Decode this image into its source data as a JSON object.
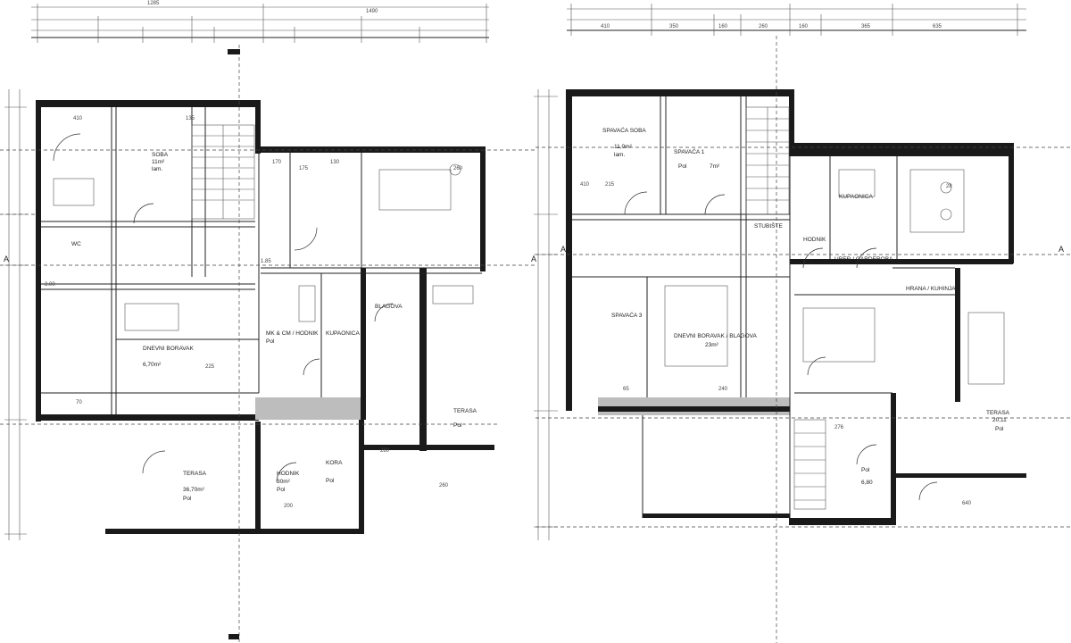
{
  "left_plan": {
    "top_dims": [
      "1285",
      "1490"
    ],
    "rooms": [
      {
        "id": "room1",
        "name": "",
        "area": "",
        "floor": ""
      },
      {
        "id": "room2",
        "name": "SOBA",
        "area": "11m²",
        "floor": "lam."
      },
      {
        "id": "room3",
        "name": "WC",
        "area": "",
        "floor": ""
      },
      {
        "id": "room4",
        "name": "DNEVNI BORAVAK",
        "area": "6,70m²",
        "floor": ""
      },
      {
        "id": "room5",
        "name": "MK & CM / HODNIK",
        "area": "",
        "floor": "Pol"
      },
      {
        "id": "room6",
        "name": "KUPAONICA",
        "area": "",
        "floor": ""
      },
      {
        "id": "room7",
        "name": "BLAGOVA",
        "area": "",
        "floor": ""
      },
      {
        "id": "room8",
        "name": "TERASA",
        "area": "",
        "floor": "Pol"
      },
      {
        "id": "room9",
        "name": "TERASA",
        "area": "36,70m²",
        "floor": "Pol"
      },
      {
        "id": "room10",
        "name": "HODNIK",
        "area": "30m²",
        "floor": "Pol"
      },
      {
        "id": "room11",
        "name": "KORA",
        "area": "",
        "floor": "Pol"
      }
    ],
    "dims": [
      "410",
      "135",
      "170",
      "175",
      "130",
      "225",
      "200",
      "260",
      "70",
      "260",
      "280",
      "2.00",
      "1.85"
    ],
    "section_marks": [
      "A",
      "A"
    ]
  },
  "right_plan": {
    "top_dims": [
      "410",
      "350",
      "160",
      "260",
      "160",
      "365",
      "635"
    ],
    "rooms": [
      {
        "id": "r1",
        "name": "SPAVAĆA SOBA",
        "area": "11,0m²",
        "floor": "lam."
      },
      {
        "id": "r2",
        "name": "SPAVAĆA 1",
        "area": "7m²",
        "floor": "Pol"
      },
      {
        "id": "r3",
        "name": "KUPAONICA",
        "area": "",
        "floor": ""
      },
      {
        "id": "r4",
        "name": "HODNIK",
        "area": "",
        "floor": ""
      },
      {
        "id": "r5",
        "name": "STUBIŠTE",
        "area": "",
        "floor": ""
      },
      {
        "id": "r6",
        "name": "SPAVAĆA 3",
        "area": "",
        "floor": ""
      },
      {
        "id": "r7",
        "name": "DNEVNI BORAVAK / BLAGOVA",
        "area": "23m²",
        "floor": ""
      },
      {
        "id": "r8",
        "name": "HRANA / KUHINJA",
        "area": "",
        "floor": ""
      },
      {
        "id": "r9",
        "name": "UREĐ / GARDEROBA",
        "area": "",
        "floor": ""
      },
      {
        "id": "r10",
        "name": "TERASA",
        "area": "20,11",
        "floor": "Pol"
      },
      {
        "id": "r11",
        "name": "Pol",
        "area": "6,80",
        "floor": ""
      }
    ],
    "dims": [
      "410",
      "215",
      "240",
      "276",
      "640",
      "65",
      "28"
    ],
    "section_marks": [
      "A",
      "A"
    ]
  }
}
